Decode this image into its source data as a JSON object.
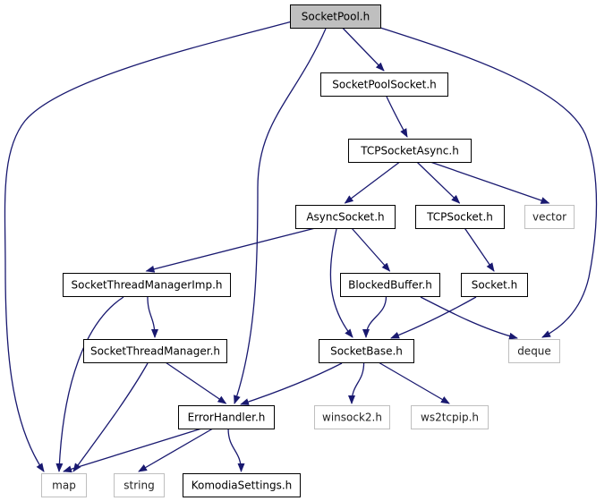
{
  "diagram": {
    "type": "include-dependency-graph",
    "colors": {
      "edge": "#191970",
      "node_border": "#000000",
      "external_border": "#bfbfbf",
      "root_fill": "#bfbfbf",
      "node_fill": "#ffffff"
    },
    "nodes": [
      {
        "id": "socketpool",
        "label": "SocketPool.h",
        "kind": "root"
      },
      {
        "id": "socketpoolsocket",
        "label": "SocketPoolSocket.h",
        "kind": "file"
      },
      {
        "id": "tcpsocketasync",
        "label": "TCPSocketAsync.h",
        "kind": "file"
      },
      {
        "id": "asyncsocket",
        "label": "AsyncSocket.h",
        "kind": "file"
      },
      {
        "id": "tcpsocket",
        "label": "TCPSocket.h",
        "kind": "file"
      },
      {
        "id": "vector",
        "label": "vector",
        "kind": "external"
      },
      {
        "id": "stmimp",
        "label": "SocketThreadManagerImp.h",
        "kind": "file"
      },
      {
        "id": "blockedbuffer",
        "label": "BlockedBuffer.h",
        "kind": "file"
      },
      {
        "id": "socket",
        "label": "Socket.h",
        "kind": "file"
      },
      {
        "id": "stm",
        "label": "SocketThreadManager.h",
        "kind": "file"
      },
      {
        "id": "socketbase",
        "label": "SocketBase.h",
        "kind": "file"
      },
      {
        "id": "deque",
        "label": "deque",
        "kind": "external"
      },
      {
        "id": "errorhandler",
        "label": "ErrorHandler.h",
        "kind": "file"
      },
      {
        "id": "winsock2",
        "label": "winsock2.h",
        "kind": "external"
      },
      {
        "id": "ws2tcpip",
        "label": "ws2tcpip.h",
        "kind": "external"
      },
      {
        "id": "map",
        "label": "map",
        "kind": "external"
      },
      {
        "id": "string",
        "label": "string",
        "kind": "external"
      },
      {
        "id": "komodia",
        "label": "KomodiaSettings.h",
        "kind": "file"
      }
    ],
    "edges": [
      {
        "from": "socketpool",
        "to": "socketpoolsocket"
      },
      {
        "from": "socketpool",
        "to": "map"
      },
      {
        "from": "socketpool",
        "to": "errorhandler"
      },
      {
        "from": "socketpool",
        "to": "deque"
      },
      {
        "from": "socketpoolsocket",
        "to": "tcpsocketasync"
      },
      {
        "from": "tcpsocketasync",
        "to": "asyncsocket"
      },
      {
        "from": "tcpsocketasync",
        "to": "tcpsocket"
      },
      {
        "from": "tcpsocketasync",
        "to": "vector"
      },
      {
        "from": "asyncsocket",
        "to": "stmimp"
      },
      {
        "from": "asyncsocket",
        "to": "blockedbuffer"
      },
      {
        "from": "asyncsocket",
        "to": "socketbase"
      },
      {
        "from": "tcpsocket",
        "to": "socket"
      },
      {
        "from": "stmimp",
        "to": "stm"
      },
      {
        "from": "stmimp",
        "to": "map"
      },
      {
        "from": "blockedbuffer",
        "to": "socketbase"
      },
      {
        "from": "blockedbuffer",
        "to": "deque"
      },
      {
        "from": "socket",
        "to": "socketbase"
      },
      {
        "from": "stm",
        "to": "errorhandler"
      },
      {
        "from": "stm",
        "to": "map"
      },
      {
        "from": "socketbase",
        "to": "errorhandler"
      },
      {
        "from": "socketbase",
        "to": "winsock2"
      },
      {
        "from": "socketbase",
        "to": "ws2tcpip"
      },
      {
        "from": "errorhandler",
        "to": "map"
      },
      {
        "from": "errorhandler",
        "to": "string"
      },
      {
        "from": "errorhandler",
        "to": "komodia"
      }
    ]
  }
}
